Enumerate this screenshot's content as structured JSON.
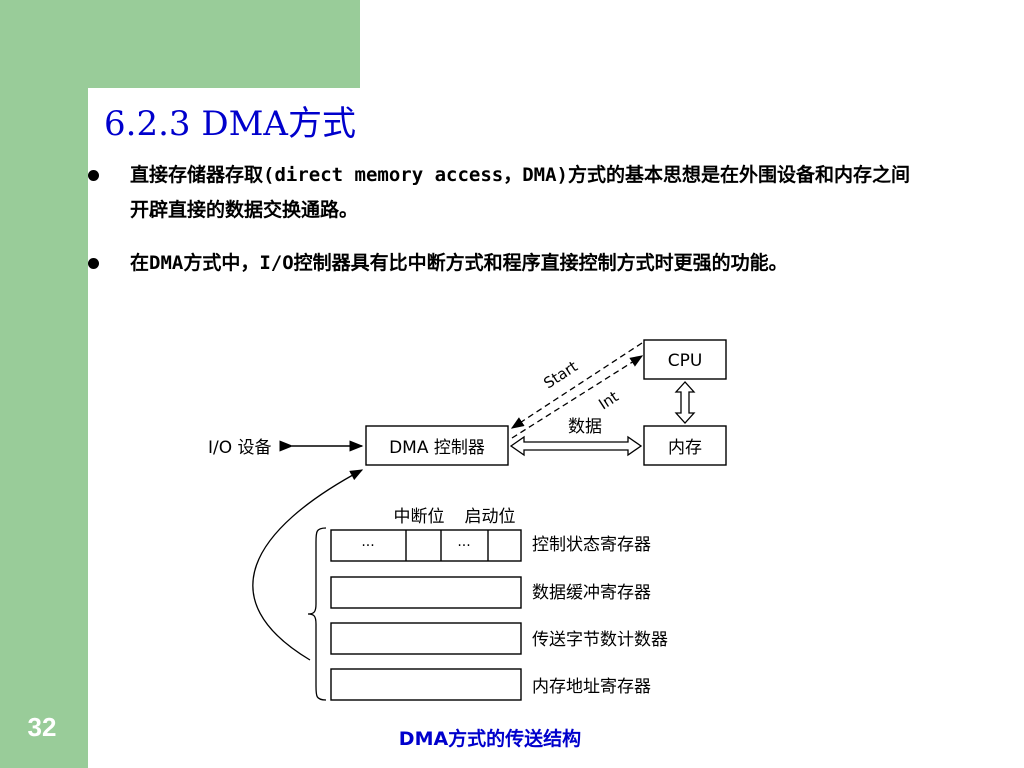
{
  "slide": {
    "page_number": "32",
    "title": "6.2.3 DMA方式",
    "bullets": [
      {
        "text": "直接存储器存取(direct memory access，DMA)方式的基本思想是在外围设备和内存之间开辟直接的数据交换通路。"
      },
      {
        "text": "在DMA方式中，I/O控制器具有比中断方式和程序直接控制方式时更强的功能。"
      }
    ],
    "caption": "DMA方式的传送结构"
  },
  "diagram": {
    "io_device": "I/O 设备",
    "dma_controller": "DMA 控制器",
    "cpu": "CPU",
    "memory": "内存",
    "start_label": "Start",
    "int_label": "Int",
    "data_label": "数据",
    "interrupt_bit": "中断位",
    "start_bit": "启动位",
    "ellipsis": "···",
    "registers": [
      "控制状态寄存器",
      "数据缓冲寄存器",
      "传送字节数计数器",
      "内存地址寄存器"
    ]
  },
  "colors": {
    "sidebar": "#99cc99",
    "title": "#0000cc"
  }
}
